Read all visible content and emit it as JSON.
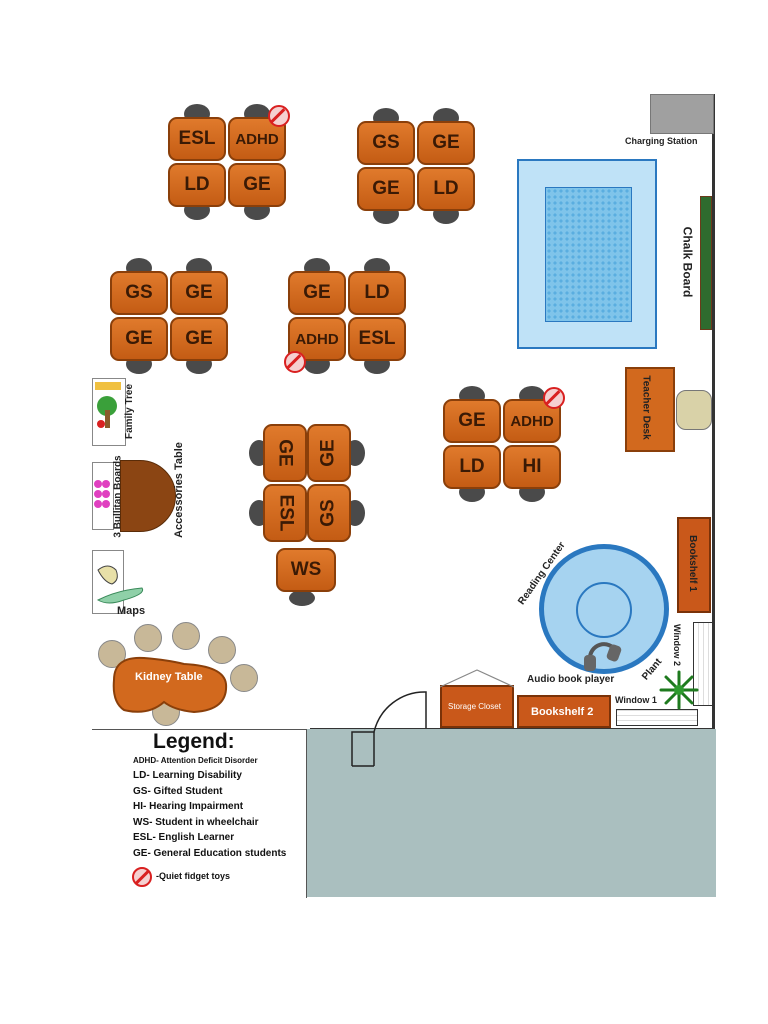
{
  "desk_groups": [
    {
      "id": "g1",
      "desks": [
        "ESL",
        "ADHD",
        "LD",
        "GE"
      ]
    },
    {
      "id": "g2",
      "desks": [
        "GS",
        "GE",
        "GE",
        "LD"
      ]
    },
    {
      "id": "g3",
      "desks": [
        "GS",
        "GE",
        "GE",
        "GE"
      ]
    },
    {
      "id": "g4",
      "desks": [
        "GE",
        "LD",
        "ADHD",
        "ESL"
      ]
    },
    {
      "id": "g5",
      "desks": [
        "GE",
        "ADHD",
        "LD",
        "HI"
      ]
    },
    {
      "id": "g6",
      "desks": [
        "GE",
        "GE",
        "ESL",
        "GS",
        "WS"
      ]
    }
  ],
  "room_labels": {
    "charging_station": "Charging Station",
    "chalk_board": "Chalk Board",
    "teacher_desk": "Teacher Desk",
    "bookshelf_1": "Bookshelf 1",
    "bookshelf_2": "Bookshelf 2",
    "reading_center": "Reading Center",
    "audio_book_player": "Audio book player",
    "plant": "Plant",
    "window_1": "Window 1",
    "window_2": "Window 2",
    "storage_closet": "Storage Closet",
    "family_tree": "Family Tree",
    "bulletin_boards": "3 Bullitan Boards",
    "accessories_table": "Accessories Table",
    "maps": "Maps",
    "kidney_table": "Kidney Table"
  },
  "legend": {
    "title": "Legend:",
    "items": [
      "ADHD- Attention Deficit Disorder",
      "LD- Learning Disability",
      "GS- Gifted Student",
      "HI- Hearing Impairment",
      "WS- Student in wheelchair",
      "ESL- English Learner",
      "GE- General Education students"
    ],
    "fidget_label": "-Quiet fidget toys"
  },
  "colors": {
    "desk": "#d2691e",
    "floor_area": "#aabfbf",
    "pool_blue": "#9fd3f2",
    "bookshelf": "#c9581a",
    "badge_red": "#d92020"
  }
}
